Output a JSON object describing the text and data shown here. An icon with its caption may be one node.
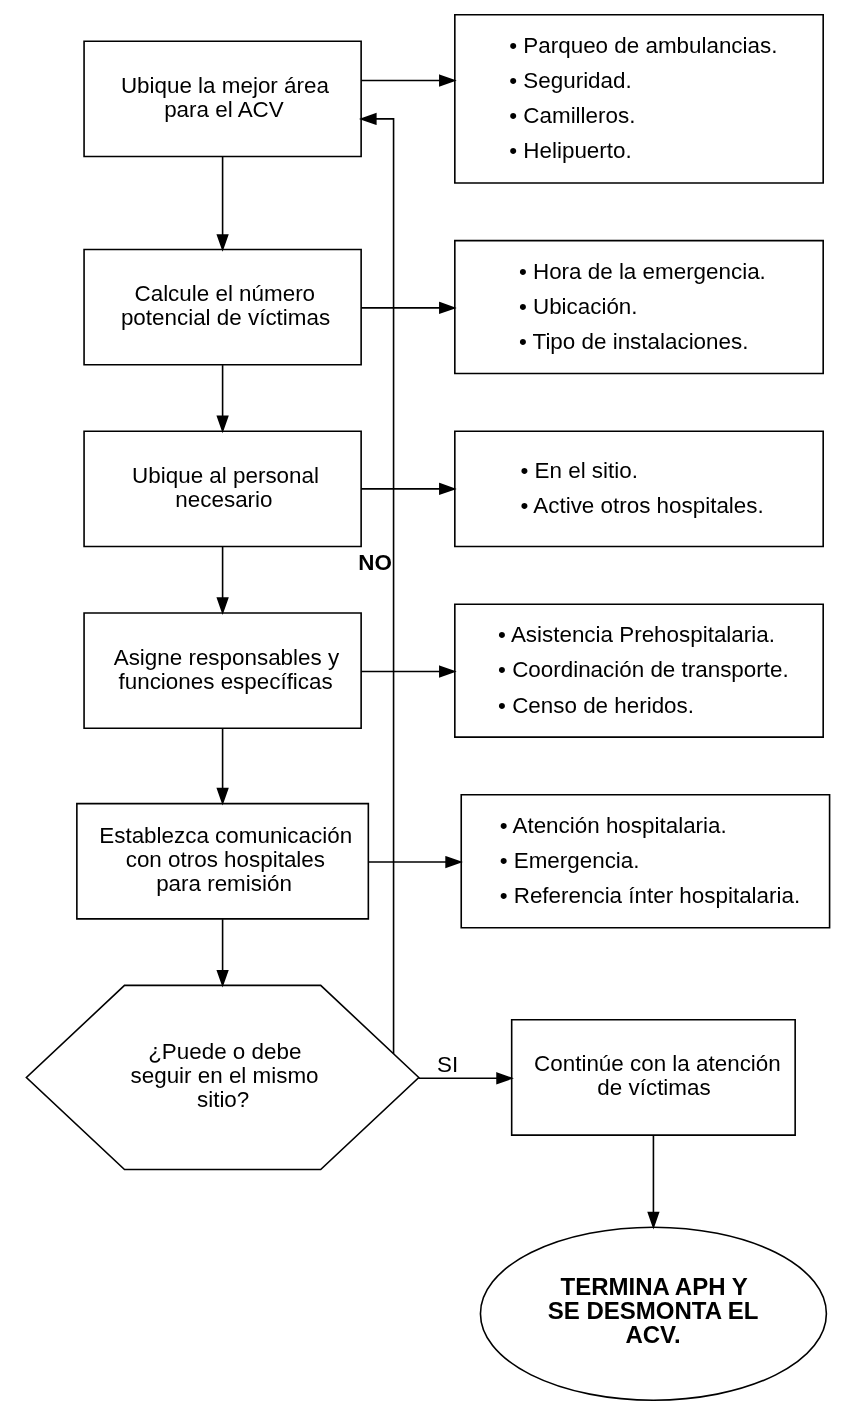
{
  "diagram": {
    "nodes": [
      {
        "text": [
          "Ubique la mejor área para el ACV"
        ]
      },
      {
        "text": [
          "• Parqueo de ambulancias.",
          "• Seguridad.",
          "• Camilleros.",
          "• Helipuerto."
        ]
      },
      {
        "text": [
          "Calcule el número potencial de víctimas"
        ]
      },
      {
        "text": [
          "• Hora de la emergencia.",
          "• Ubicación.",
          "• Tipo de instalaciones."
        ]
      },
      {
        "text": [
          "Ubique al personal necesario"
        ]
      },
      {
        "text": [
          "• En el sitio.",
          "• Active otros hospitales."
        ]
      },
      {
        "text": [
          "Asigne responsables y funciones específicas"
        ]
      },
      {
        "text": [
          "• Asistencia Prehospitalaria.",
          "• Coordinación de transporte.",
          "• Censo de heridos."
        ]
      },
      {
        "text": [
          "Establezca comunicación con otros hospitales para remisión"
        ]
      },
      {
        "text": [
          "• Atención hospitalaria.",
          "• Emergencia.",
          "• Referencia ínter hospitalaria."
        ]
      },
      {
        "text": [
          "¿Puede o debe seguir en el mismo sitio?"
        ]
      },
      {
        "text": [
          "Continúe con la atención de víctimas"
        ]
      },
      {
        "text": [
          "TERMINA APH Y SE DESMONTA EL ACV."
        ]
      }
    ],
    "edges": [
      {
        "from": 0,
        "to": 1,
        "arrow": "to"
      },
      {
        "from": 0,
        "to": 2,
        "arrow": "to"
      },
      {
        "from": 2,
        "to": 3,
        "arrow": "to"
      },
      {
        "from": 2,
        "to": 4,
        "arrow": "to"
      },
      {
        "from": 4,
        "to": 5,
        "arrow": "to"
      },
      {
        "from": 4,
        "to": 6,
        "arrow": "to"
      },
      {
        "from": 6,
        "to": 7,
        "arrow": "to"
      },
      {
        "from": 6,
        "to": 8,
        "arrow": "to"
      },
      {
        "from": 8,
        "to": 9,
        "arrow": "to"
      },
      {
        "from": 8,
        "to": 10,
        "arrow": "to"
      },
      {
        "from": 10,
        "to": 11,
        "arrow": "to",
        "label": "SI"
      },
      {
        "from": 11,
        "to": 12,
        "arrow": "to"
      },
      {
        "from": 10,
        "to": 0,
        "arrow": "to",
        "label": "NO"
      }
    ]
  }
}
